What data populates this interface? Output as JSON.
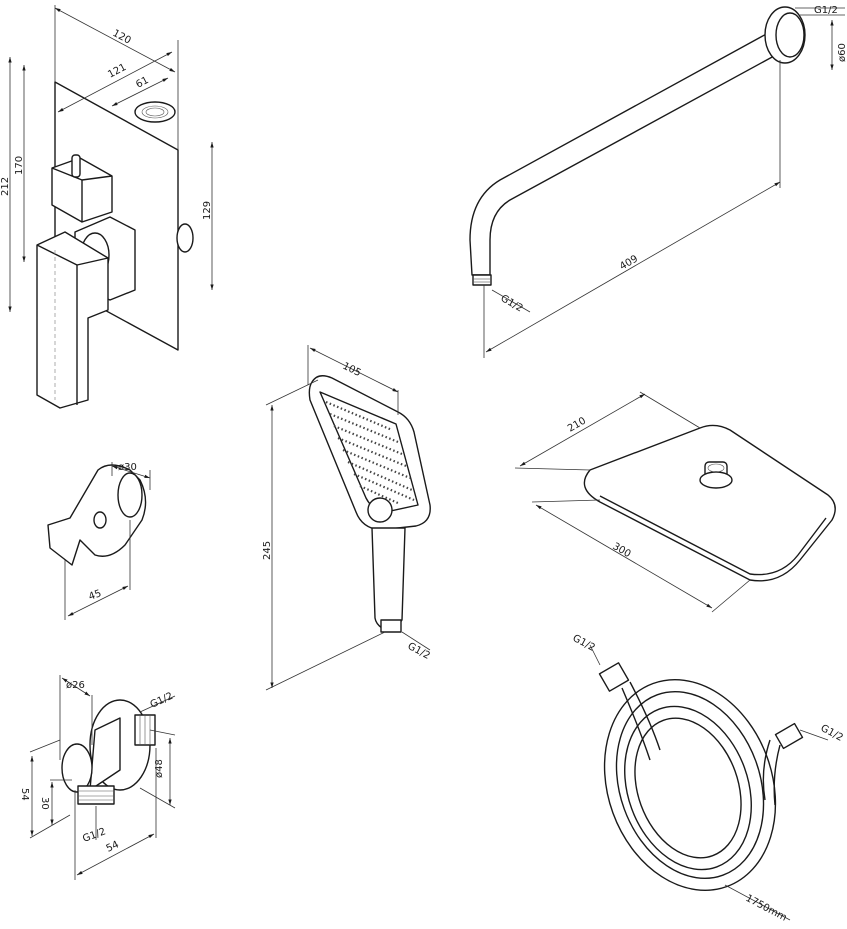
{
  "mixer": {
    "dim_width": "120",
    "dim_depth": "121",
    "dim_offset": "61",
    "dim_height_total": "212",
    "dim_height": "170",
    "dim_outlet": "129"
  },
  "shower_arm": {
    "dim_thread_top": "G1/2",
    "dim_flange": "ø60",
    "dim_length": "409",
    "dim_thread_bottom": "G1/2"
  },
  "hand_shower": {
    "dim_width": "105",
    "dim_length": "245",
    "dim_thread": "G1/2"
  },
  "head_shower": {
    "dim_width": "210",
    "dim_length": "300"
  },
  "holder": {
    "dim_diameter": "ø30",
    "dim_length": "45"
  },
  "wall_elbow": {
    "dim_diameter": "ø26",
    "dim_thread_side": "G1/2",
    "dim_height": "54",
    "dim_offset": "30",
    "dim_flange": "ø48",
    "dim_thread_bottom": "G1/2",
    "dim_depth": "54"
  },
  "hose": {
    "dim_thread_left": "G1/2",
    "dim_thread_right": "G1/2",
    "dim_length": "1750mm"
  }
}
